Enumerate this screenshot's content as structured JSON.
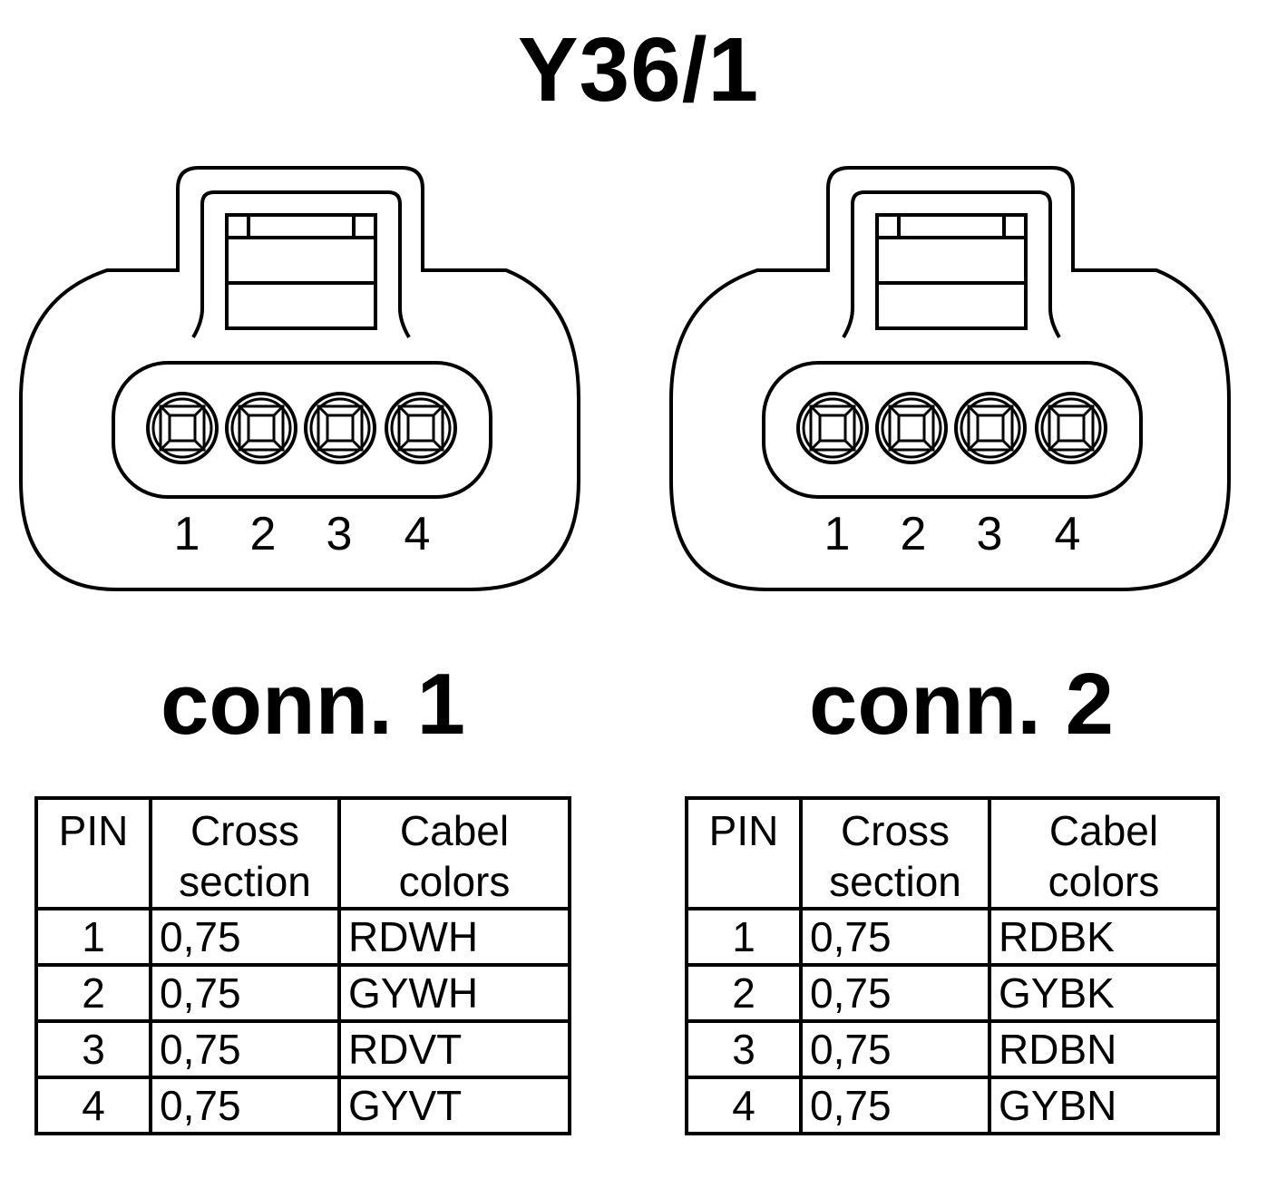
{
  "title": "Y36/1",
  "connectors": [
    {
      "label": "conn. 1",
      "pin_labels": [
        "1",
        "2",
        "3",
        "4"
      ],
      "table": {
        "headers": {
          "pin": "PIN",
          "cross_line1": "Cross",
          "cross_line2": "section",
          "colors_line1": "Cabel",
          "colors_line2": "colors"
        },
        "rows": [
          {
            "pin": "1",
            "cross_section": "0,75",
            "color": "RDWH"
          },
          {
            "pin": "2",
            "cross_section": "0,75",
            "color": "GYWH"
          },
          {
            "pin": "3",
            "cross_section": "0,75",
            "color": "RDVT"
          },
          {
            "pin": "4",
            "cross_section": "0,75",
            "color": "GYVT"
          }
        ]
      }
    },
    {
      "label": "conn. 2",
      "pin_labels": [
        "1",
        "2",
        "3",
        "4"
      ],
      "table": {
        "headers": {
          "pin": "PIN",
          "cross_line1": "Cross",
          "cross_line2": "section",
          "colors_line1": "Cabel",
          "colors_line2": "colors"
        },
        "rows": [
          {
            "pin": "1",
            "cross_section": "0,75",
            "color": "RDBK"
          },
          {
            "pin": "2",
            "cross_section": "0,75",
            "color": "GYBK"
          },
          {
            "pin": "3",
            "cross_section": "0,75",
            "color": "RDBN"
          },
          {
            "pin": "4",
            "cross_section": "0,75",
            "color": "GYBN"
          }
        ]
      }
    }
  ]
}
